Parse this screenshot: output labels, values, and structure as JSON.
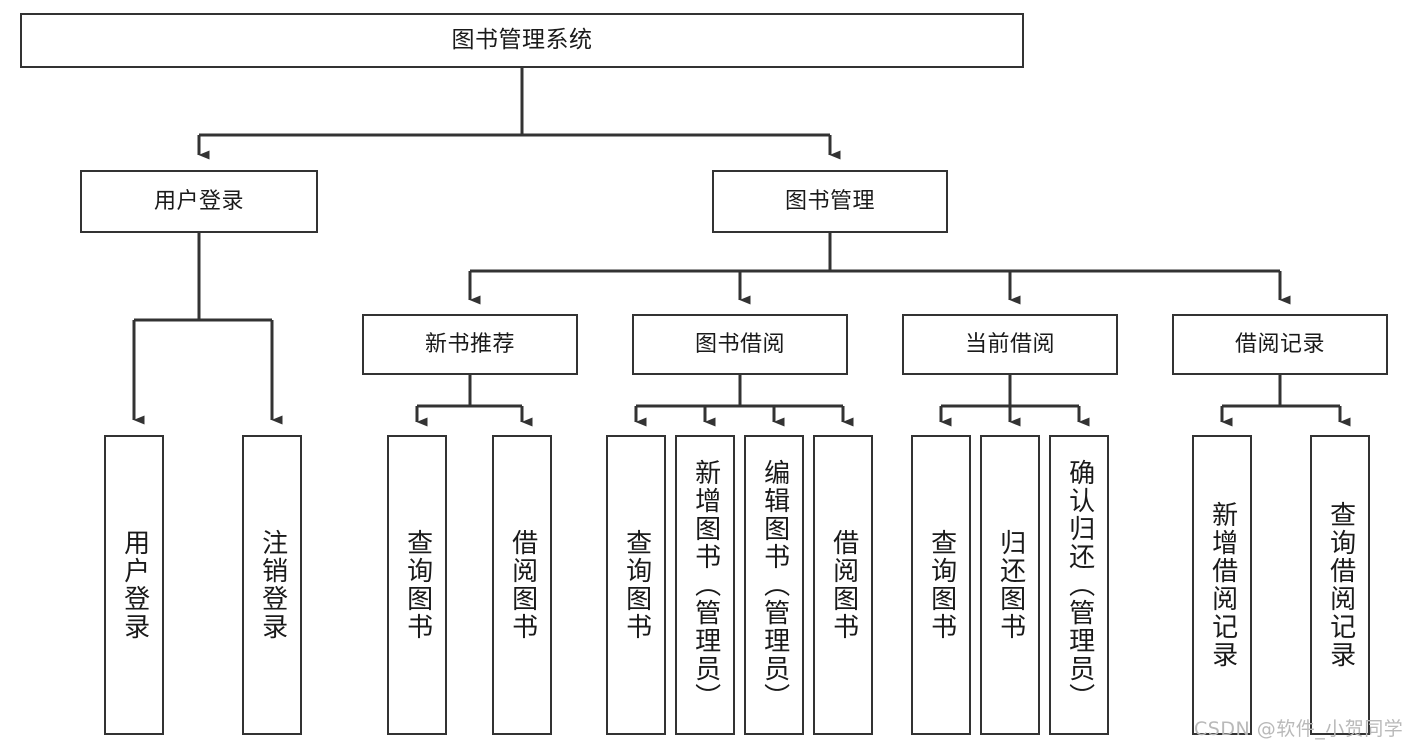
{
  "diagram": {
    "title": "图书管理系统",
    "type": "tree-hierarchy-chart",
    "watermark": "CSDN @软件_小贺同学",
    "colors": {
      "box_border": "#333333",
      "box_fill": "#ffffff",
      "line": "#333333",
      "text": "#1a1a1a",
      "watermark": "#b9b9b9"
    },
    "root": {
      "label": "图书管理系统"
    },
    "level2": [
      {
        "label": "用户登录"
      },
      {
        "label": "图书管理"
      }
    ],
    "level3": [
      {
        "label": "新书推荐"
      },
      {
        "label": "图书借阅"
      },
      {
        "label": "当前借阅"
      },
      {
        "label": "借阅记录"
      }
    ],
    "leaves": {
      "user_login": [
        {
          "label": "用户登录"
        },
        {
          "label": "注销登录"
        }
      ],
      "new_book_recommend": [
        {
          "label": "查询图书"
        },
        {
          "label": "借阅图书"
        }
      ],
      "book_borrow": [
        {
          "label": "查询图书"
        },
        {
          "label": "新增图书（管理员）"
        },
        {
          "label": "编辑图书（管理员）"
        },
        {
          "label": "借阅图书"
        }
      ],
      "current_borrow": [
        {
          "label": "查询图书"
        },
        {
          "label": "归还图书"
        },
        {
          "label": "确认归还（管理员）"
        }
      ],
      "borrow_record": [
        {
          "label": "新增借阅记录"
        },
        {
          "label": "查询借阅记录"
        }
      ]
    }
  }
}
